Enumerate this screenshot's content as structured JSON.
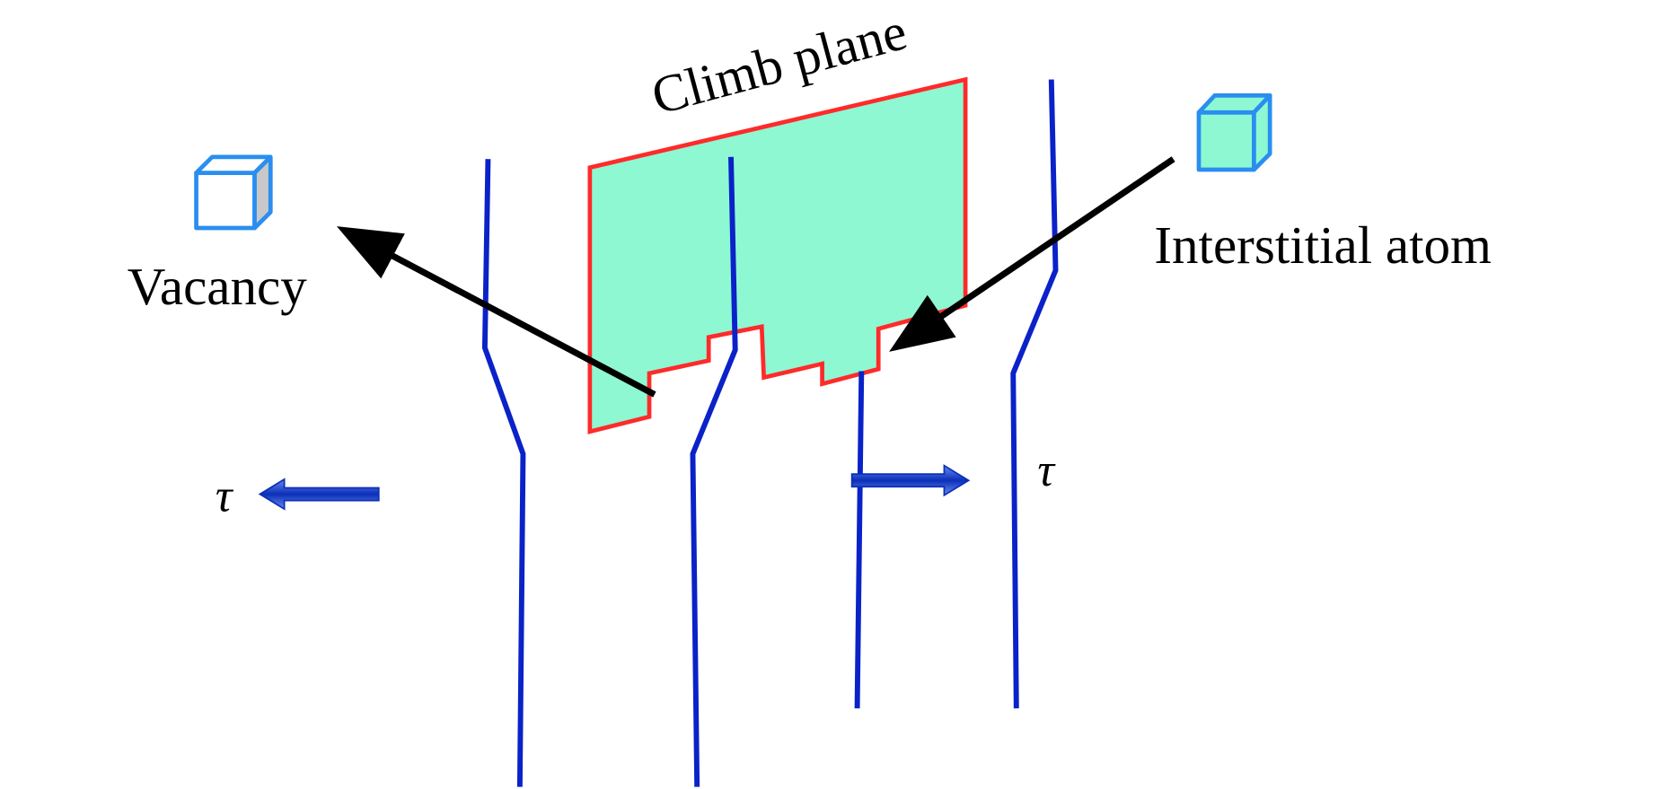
{
  "labels": {
    "climb_plane": "Climb plane",
    "vacancy": "Vacancy",
    "interstitial_atom": "Interstitial atom",
    "tau_left": "τ",
    "tau_right": "τ"
  },
  "colors": {
    "plane_fill": "#8ef8d2",
    "plane_edge": "#ff2a2a",
    "dislocation": "#0a22c8",
    "cube_edge": "#2a8ef0",
    "arrow": "#000000",
    "stress_arrow": "#1646c8"
  },
  "icons": {
    "vacancy_symbol": "white-cube",
    "interstitial_symbol": "green-cube"
  }
}
